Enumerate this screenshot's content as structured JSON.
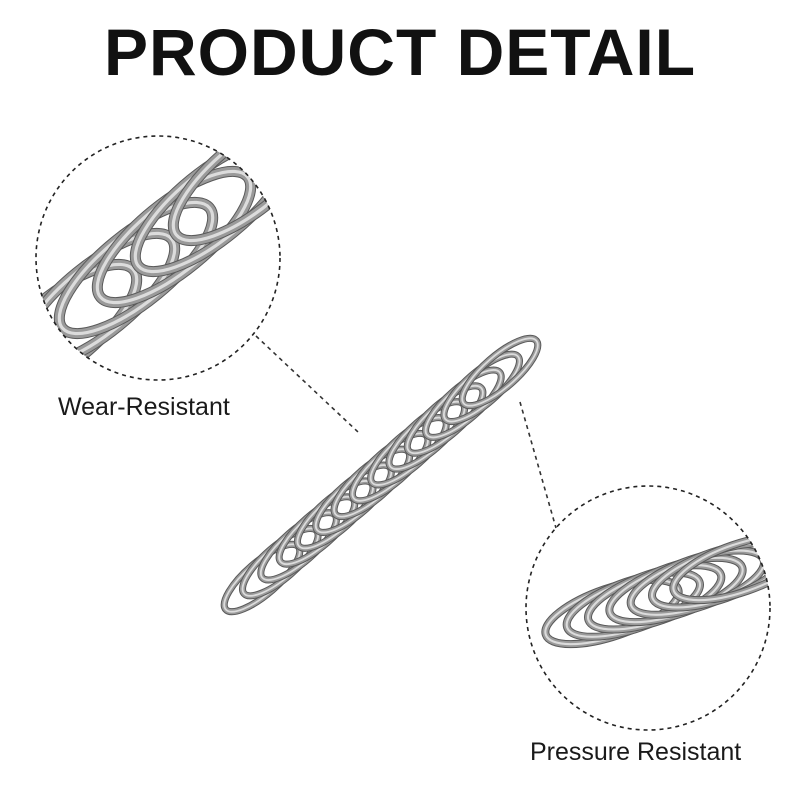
{
  "header": {
    "title": "PRODUCT DETAIL"
  },
  "callouts": [
    {
      "label": "Wear-Resistant"
    },
    {
      "label": "Pressure Resistant"
    }
  ],
  "colors": {
    "steel_dark": "#5a5a5a",
    "steel_mid": "#9a9a9a",
    "steel_light": "#dcdcdc",
    "guide_line": "#333333"
  },
  "icons": [
    "compression-spring-icon"
  ]
}
